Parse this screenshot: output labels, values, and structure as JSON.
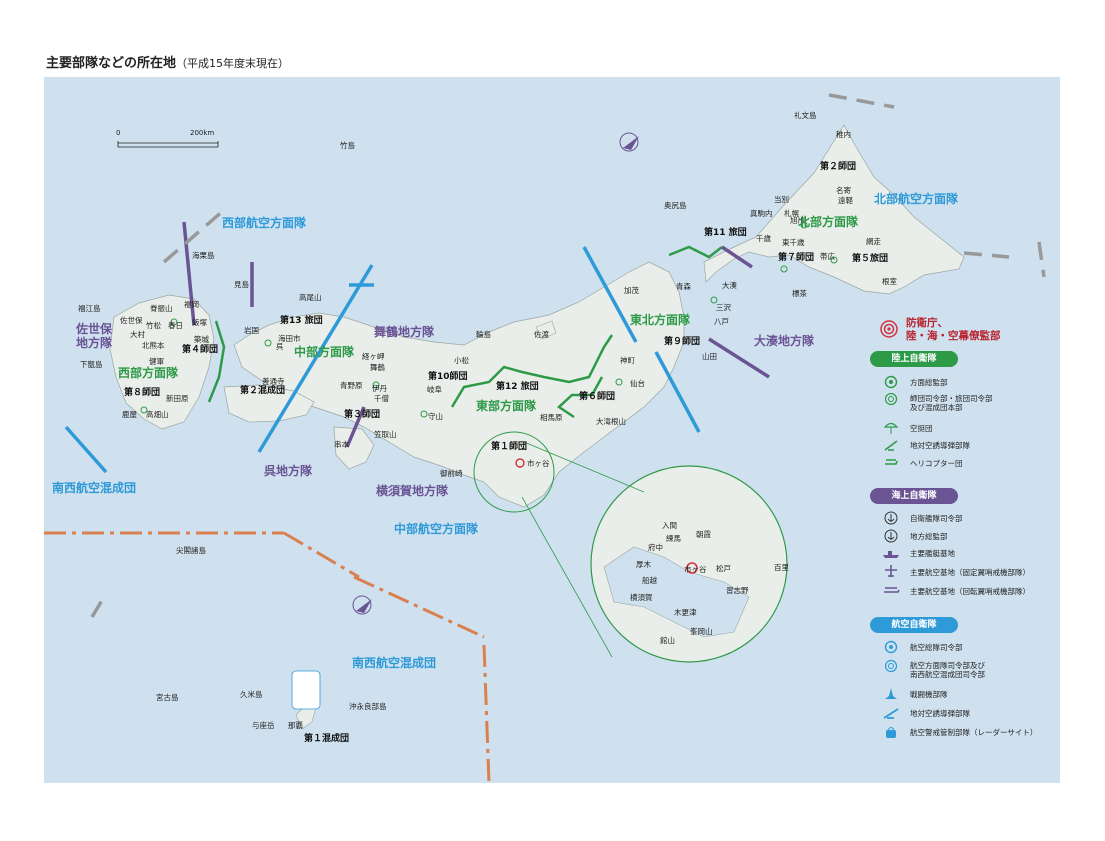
{
  "title": "主要部隊などの所在地",
  "subtitle": "（平成15年度末現在）",
  "scale": {
    "zero": "0",
    "max": "200km"
  },
  "regions": {
    "sasebo": "佐世保\n地方隊",
    "kure": "呉地方隊",
    "maizuru": "舞鶴地方隊",
    "yokosuka": "横須賀地方隊",
    "ominato": "大湊地方隊",
    "west_army": "西部方面隊",
    "middle_army": "中部方面隊",
    "east_army": "東部方面隊",
    "northeast_army": "東北方面隊",
    "north_army": "北部方面隊",
    "west_air": "西部航空方面隊",
    "middle_air": "中部航空方面隊",
    "north_air": "北部航空方面隊",
    "sw_air_a": "南西航空混成団",
    "sw_air_b": "南西航空混成団"
  },
  "divisions": {
    "d1": "第１師団",
    "d2": "第２師団",
    "d3": "第３師団",
    "d4": "第４師団",
    "d5": "第５旅団",
    "d6": "第６師団",
    "d7": "第７師団",
    "d8": "第８師団",
    "d9": "第９師団",
    "d10": "第10師団",
    "d11": "第11 旅団",
    "d12": "第12 旅団",
    "d13": "第13 旅団",
    "d2mix": "第２混成団",
    "d1mix": "第１混成団"
  },
  "places": {
    "rebun": "礼文島",
    "wakkanai": "稚内",
    "nayoro": "名寄",
    "engaru": "遠軽",
    "asahikawa": "旭川",
    "touberi": "当別",
    "makomanai": "真駒内",
    "sapporo": "札幌",
    "chitose": "千歳",
    "higashichitose": "東千歳",
    "obihiro": "帯広",
    "abashiri": "網走",
    "nemuro": "根室",
    "kushiro": "標茶",
    "okushiri": "奥尻島",
    "kamo": "加茂",
    "aomori": "青森",
    "ominato_pl": "大湊",
    "misawa": "三沢",
    "hachinohe": "八戸",
    "yamada": "山田",
    "jinmachi": "神町",
    "sendai": "仙台",
    "otakineyama": "大滝根山",
    "sado": "佐渡",
    "wajima": "輪島",
    "komatsu": "小松",
    "gifu": "岐阜",
    "moriyama": "守山",
    "aibano": "相馬原",
    "ichigaya": "市ヶ谷",
    "omaezaki": "御前崎",
    "kasatoriyama": "笠取山",
    "maizuru_pl": "舞鶴",
    "kyogamisaki": "経ヶ岬",
    "senzo": "千僧",
    "itami": "伊丹",
    "aonobara": "青野原",
    "kushimoto": "串本",
    "zentsuji": "善通寺",
    "kaitaichi": "海田市",
    "kure_pl": "呉",
    "iwakuni": "岩国",
    "takaoyama": "高尾山",
    "mishima": "見島",
    "kaikurijima": "海栗島",
    "tsushima": "竹島",
    "fukuejima": "福江島",
    "sefuriyama": "脊振山",
    "sasebo_pl": "佐世保",
    "omura": "大村",
    "fukuoka": "福岡",
    "iizuka": "飯塚",
    "tsuiki": "築城",
    "kasuga": "春日",
    "kurume": "竹松",
    "kitakumamoto": "北熊本",
    "kengun": "健軍",
    "nyutabaru": "新田原",
    "kanoya": "鹿屋",
    "takahatayama": "高畑山",
    "shimokoshiki": "下甑島",
    "senkaku": "尖閣諸島",
    "miyako": "宮古島",
    "kume": "久米島",
    "yonaguni": "与座岳",
    "naha": "那覇",
    "okinoerabu": "沖永良部島",
    "iruma": "入間",
    "asaka": "朝霞",
    "nerima": "練馬",
    "fuchu": "府中",
    "atsugi": "厚木",
    "matsudo": "松戸",
    "narashino": "習志野",
    "funabashi": "船越",
    "yokosuka_pl": "横須賀",
    "kisarazu": "木更津",
    "tateyama": "館山",
    "minemaokayama": "峯岡山",
    "ichigaya2": "市ヶ谷",
    "hyakuri": "百里"
  },
  "legend": {
    "hq_label": "防衛庁、\n陸・海・空幕僚監部",
    "gsdf": {
      "header": "陸上自衛隊",
      "items": [
        "方面総監部",
        "師団司令部・旅団司令部\n及び混成団本部",
        "空挺団",
        "地対空誘導弾部隊",
        "ヘリコプター団"
      ]
    },
    "msdf": {
      "header": "海上自衛隊",
      "items": [
        "自衛艦隊司令部",
        "地方総監部",
        "主要艦艇基地",
        "主要航空基地（固定翼哨戒機部隊）",
        "主要航空基地（回転翼哨戒機部隊）"
      ]
    },
    "asdf": {
      "header": "航空自衛隊",
      "items": [
        "航空総隊司令部",
        "航空方面隊司令部及び\n南西航空混成団司令部",
        "戦闘機部隊",
        "地対空誘導弾部隊",
        "航空警戒管制部隊（レーダーサイト）"
      ]
    }
  },
  "colors": {
    "sea": "#cfe1ef",
    "land": "#eaeeea",
    "army": "#2d9a48",
    "navy": "#6a5494",
    "air": "#2f9ad8",
    "hq": "#d2323c",
    "swboundary": "#d88050"
  }
}
